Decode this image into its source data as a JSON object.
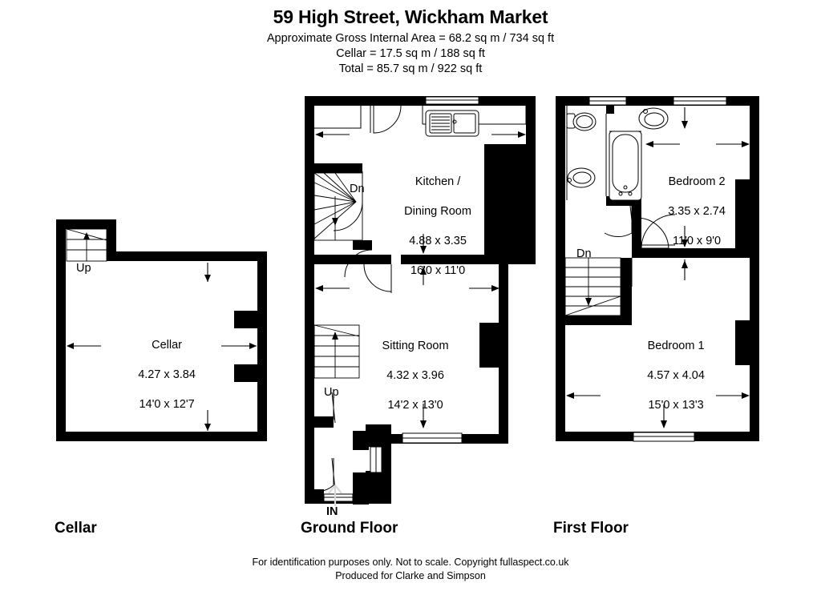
{
  "document": {
    "title": "59 High Street, Wickham Market",
    "subtitle_lines": [
      "Approximate Gross Internal Area = 68.2 sq m / 734 sq ft",
      "Cellar = 17.5 sq m / 188 sq ft",
      "Total = 85.7 sq m / 922 sq ft"
    ],
    "footer_lines": [
      "For identification purposes only. Not to scale. Copyright fullaspect.co.uk",
      "Produced for Clarke and Simpson"
    ],
    "ink_color": "#000000",
    "paper_color": "#ffffff",
    "in_arrow_color": "#d9d9d9"
  },
  "floors": [
    {
      "key": "cellar",
      "label": "Cellar",
      "rooms": [
        {
          "name": "Cellar",
          "metric": "4.27 x 3.84",
          "imperial": "14'0 x 12'7"
        }
      ],
      "stairs": [
        {
          "label": "Up",
          "direction": "up"
        }
      ]
    },
    {
      "key": "ground",
      "label": "Ground Floor",
      "rooms": [
        {
          "name_line1": "Kitchen /",
          "name_line2": "Dining Room",
          "metric": "4.88 x 3.35",
          "imperial": "16'0 x 11'0"
        },
        {
          "name_line1": "Sitting Room",
          "name_line2": "",
          "metric": "4.32 x 3.96",
          "imperial": "14'2 x 13'0"
        }
      ],
      "stairs": [
        {
          "label": "Dn",
          "direction": "down"
        },
        {
          "label": "Up",
          "direction": "up"
        }
      ],
      "entrance": {
        "label": "IN"
      },
      "fixtures": [
        "kitchen-sink",
        "worktop"
      ]
    },
    {
      "key": "first",
      "label": "First Floor",
      "rooms": [
        {
          "name_line1": "Bedroom 2",
          "metric": "3.35 x 2.74",
          "imperial": "11'0 x 9'0"
        },
        {
          "name_line1": "Bedroom 1",
          "metric": "4.57 x 4.04",
          "imperial": "15'0 x 13'3"
        }
      ],
      "stairs": [
        {
          "label": "Dn",
          "direction": "down"
        }
      ],
      "fixtures": [
        "toilet",
        "bath",
        "basin-bathroom",
        "basin-bedroom"
      ]
    }
  ]
}
